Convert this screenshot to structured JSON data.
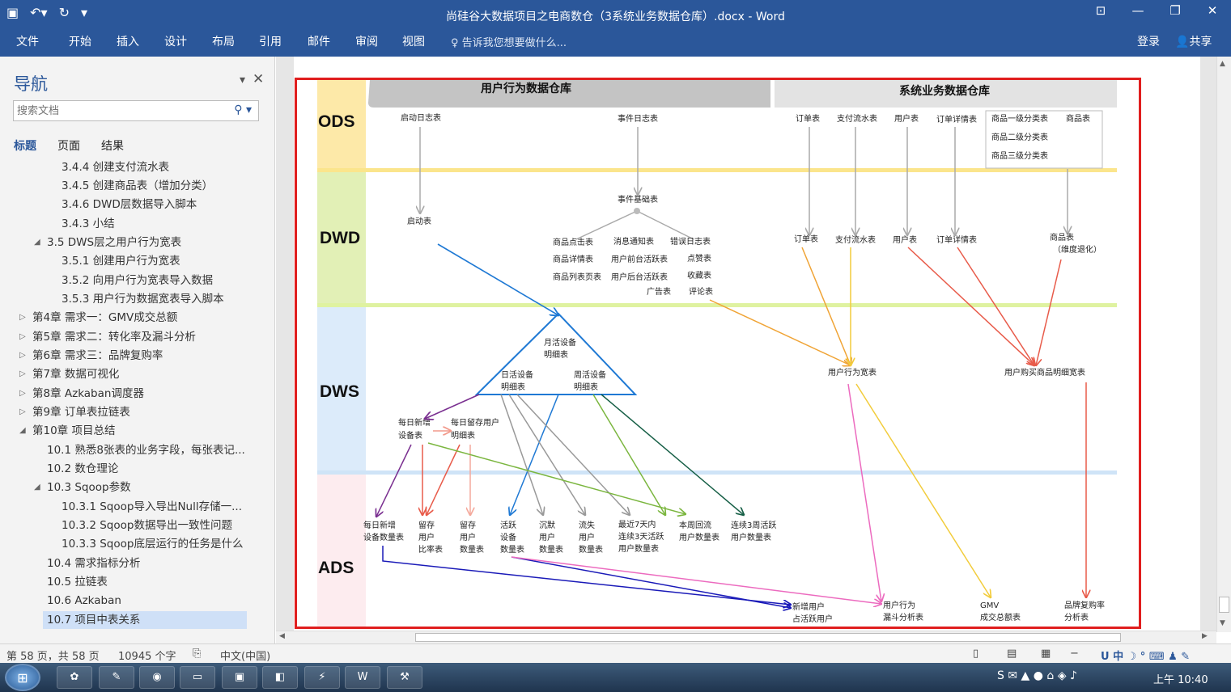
{
  "window": {
    "title": "尚硅谷大数据项目之电商数仓（3系统业务数据仓库）.docx - Word"
  },
  "ribbon": {
    "tabs": [
      "文件",
      "开始",
      "插入",
      "设计",
      "布局",
      "引用",
      "邮件",
      "审阅",
      "视图"
    ],
    "tell_me": "告诉我您想要做什么...",
    "login": "登录",
    "share": "共享"
  },
  "nav": {
    "title": "导航",
    "search_placeholder": "搜索文档",
    "tabs": [
      "标题",
      "页面",
      "结果"
    ],
    "items": [
      {
        "label": "3.4.4 创建支付流水表"
      },
      {
        "label": "3.4.5 创建商品表（增加分类）"
      },
      {
        "label": "3.4.6 DWD层数据导入脚本"
      },
      {
        "label": "3.4.3 小结"
      },
      {
        "label": "3.5 DWS层之用户行为宽表"
      },
      {
        "label": "3.5.1 创建用户行为宽表"
      },
      {
        "label": "3.5.2 向用户行为宽表导入数据"
      },
      {
        "label": "3.5.3 用户行为数据宽表导入脚本"
      },
      {
        "label": "第4章 需求一：GMV成交总额"
      },
      {
        "label": "第5章 需求二：转化率及漏斗分析"
      },
      {
        "label": "第6章 需求三：品牌复购率"
      },
      {
        "label": "第7章 数据可视化"
      },
      {
        "label": "第8章 Azkaban调度器"
      },
      {
        "label": "第9章 订单表拉链表"
      },
      {
        "label": "第10章 项目总结"
      },
      {
        "label": "10.1 熟悉8张表的业务字段，每张表记..."
      },
      {
        "label": "10.2 数仓理论"
      },
      {
        "label": "10.3 Sqoop参数"
      },
      {
        "label": "10.3.1 Sqoop导入导出Null存储一..."
      },
      {
        "label": "10.3.2 Sqoop数据导出一致性问题"
      },
      {
        "label": "10.3.3 Sqoop底层运行的任务是什么"
      },
      {
        "label": "10.4 需求指标分析"
      },
      {
        "label": "10.5 拉链表"
      },
      {
        "label": "10.6 Azkaban"
      },
      {
        "label": "10.7 项目中表关系"
      }
    ]
  },
  "diagram": {
    "headers": {
      "user": "用户行为数据仓库",
      "biz": "系统业务数据仓库"
    },
    "layers": [
      "ODS",
      "DWD",
      "DWS",
      "ADS"
    ],
    "ods": [
      "启动日志表",
      "事件日志表",
      "订单表",
      "支付流水表",
      "用户表",
      "订单详情表",
      "商品一级分类表",
      "商品表",
      "商品二级分类表",
      "商品三级分类表"
    ],
    "dwd": [
      "启动表",
      "事件基础表",
      "商品点击表",
      "消息通知表",
      "错误日志表",
      "商品详情表",
      "用户前台活跃表",
      "点赞表",
      "商品列表页表",
      "用户后台活跃表",
      "收藏表",
      "广告表",
      "评论表",
      "订单表",
      "支付流水表",
      "用户表",
      "订单详情表",
      "商品表",
      "（维度退化）"
    ],
    "dws": [
      "月活设备",
      "明细表",
      "日活设备",
      "明细表",
      "周活设备",
      "明细表",
      "每日新增",
      "设备表",
      "每日留存用户",
      "明细表",
      "用户行为宽表",
      "用户购买商品明细宽表"
    ],
    "ads": [
      "每日新增",
      "设备数量表",
      "留存",
      "用户",
      "比率表",
      "留存",
      "用户",
      "数量表",
      "活跃",
      "设备",
      "数量表",
      "沉默",
      "用户",
      "数量表",
      "流失",
      "用户",
      "数量表",
      "最近7天内",
      "连续3天活跃",
      "用户数量表",
      "本周回流",
      "用户数量表",
      "连续3周活跃",
      "用户数量表",
      "新增用户",
      "占活跃用户",
      "用户行为",
      "漏斗分析表",
      "GMV",
      "成交总额表",
      "品牌复购率",
      "分析表"
    ]
  },
  "status": {
    "page": "第 58 页，共 58 页",
    "words": "10945 个字",
    "lang": "中文(中国)"
  },
  "taskbar": {
    "time": "上午 10:40"
  }
}
